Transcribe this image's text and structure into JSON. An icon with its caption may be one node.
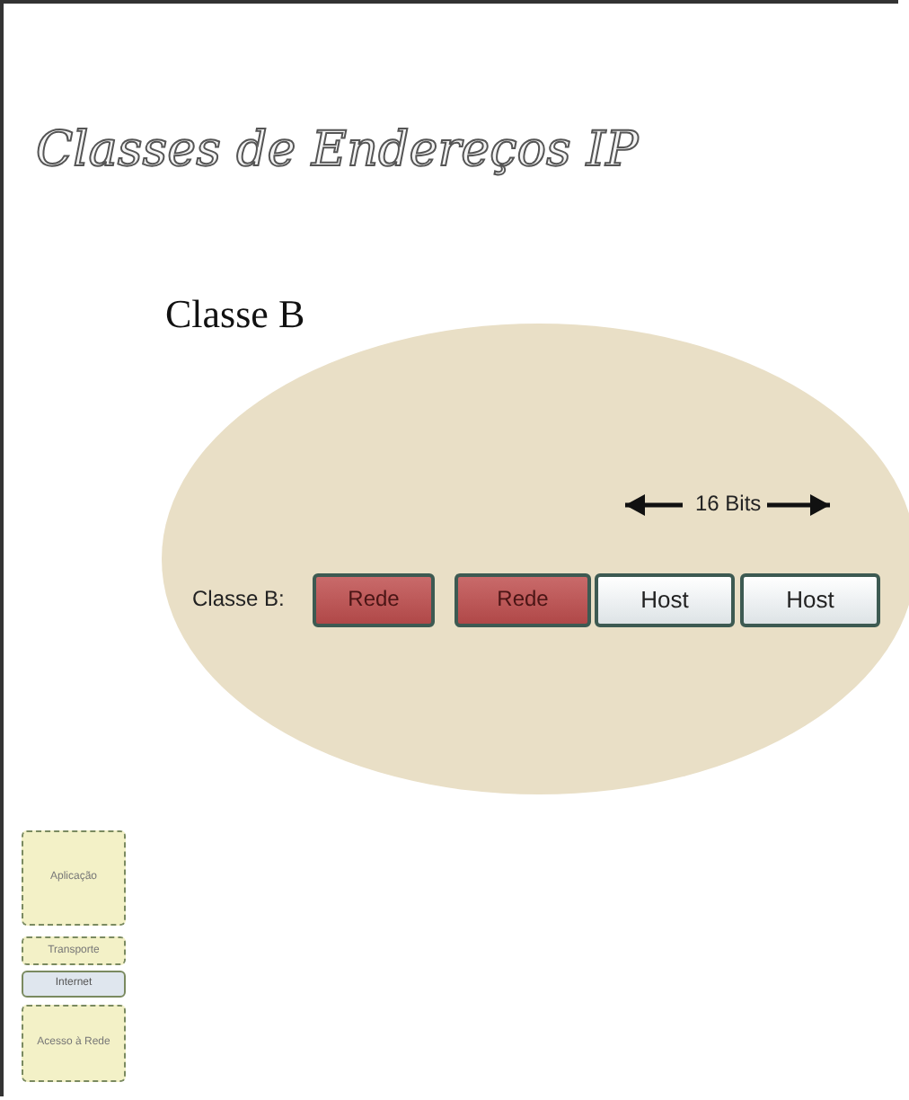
{
  "diagram": {
    "title": "Classes de Endereços IP",
    "nodes": [
      {
        "text": [],
        "shape": "ellipse"
      },
      {
        "text": [
          "Rede"
        ],
        "in": 0
      },
      {
        "text": [
          "Rede"
        ],
        "in": 0
      },
      {
        "text": [
          "Host"
        ],
        "in": 0
      },
      {
        "text": [
          "Host"
        ],
        "in": 0
      },
      {
        "text": [
          "Aplicação"
        ]
      },
      {
        "text": [
          "Transporte"
        ]
      },
      {
        "text": [
          "Internet"
        ]
      },
      {
        "text": [
          "Acesso à Rede"
        ]
      }
    ],
    "edges": [],
    "labels": [
      "Classe B",
      "16 Bits",
      "Classe B:"
    ]
  }
}
